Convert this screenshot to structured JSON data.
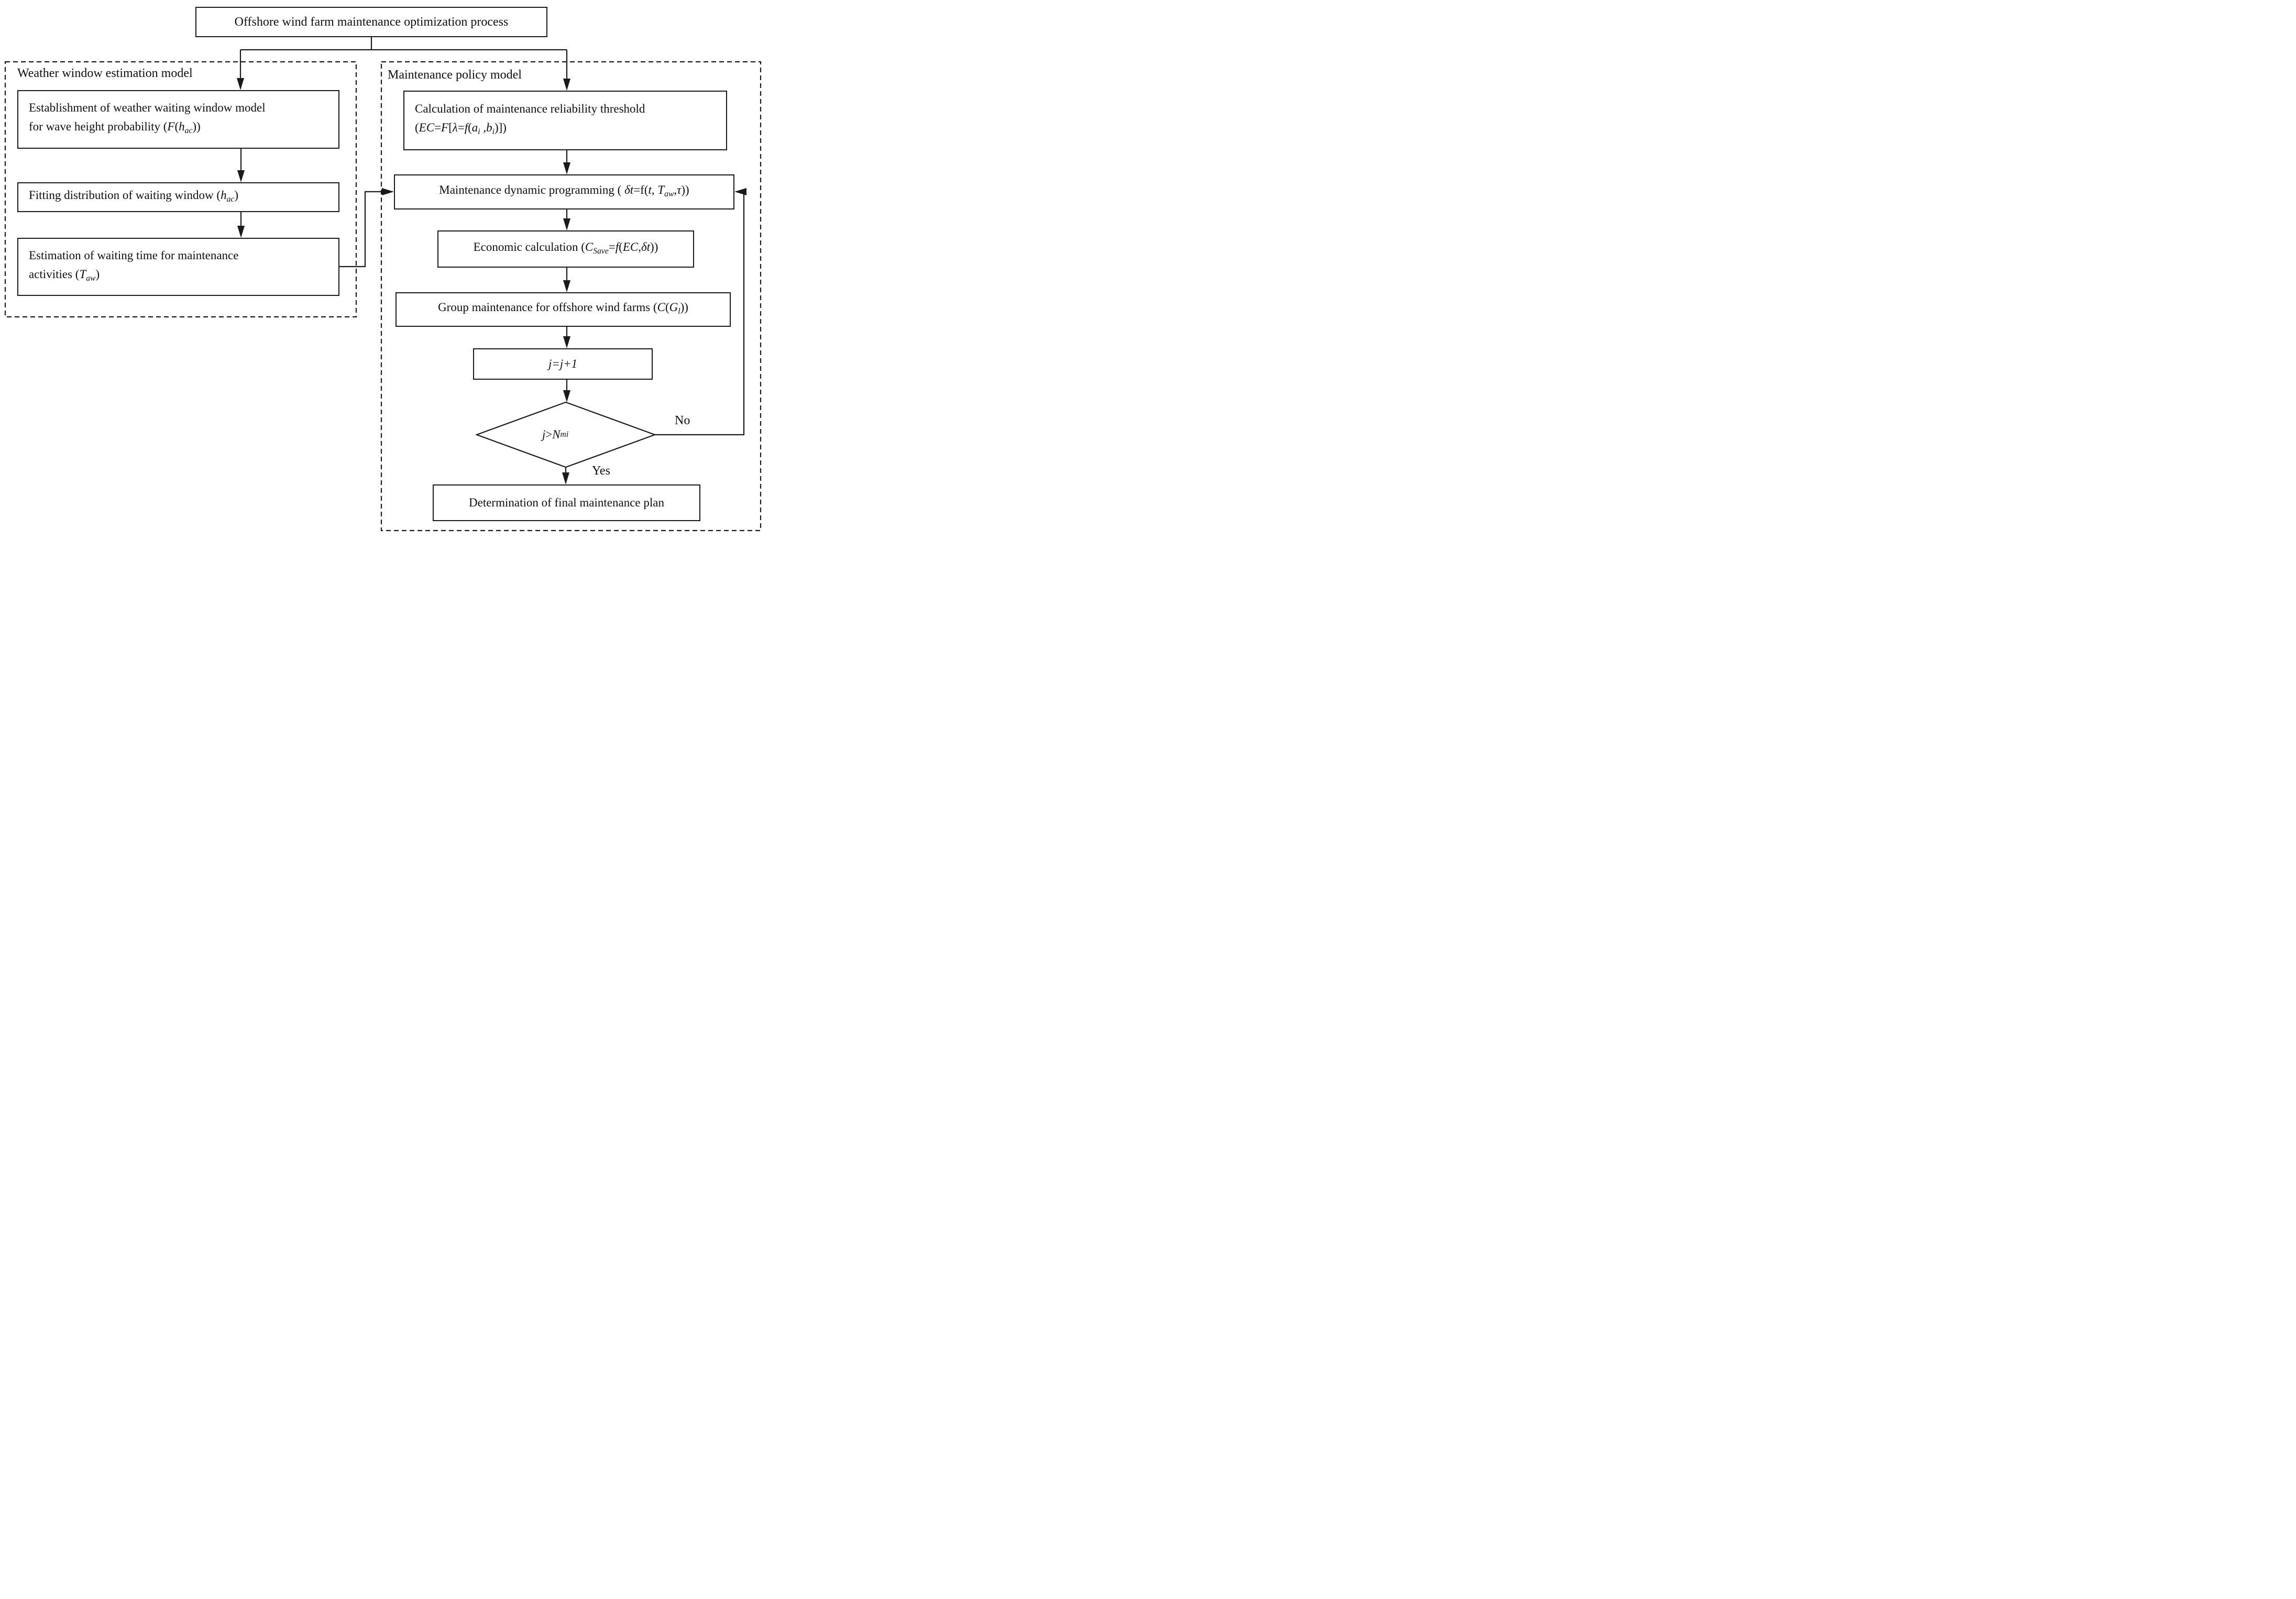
{
  "figure": {
    "type": "flowchart",
    "description": "Offshore wind farm maintenance optimization process flowchart with weather window estimation model and maintenance policy model panels"
  },
  "colors": {
    "line": "#1a1a1a",
    "text": "#0f0f0f",
    "background": "#ffffff"
  },
  "nodes": {
    "title": {
      "text": "Offshore wind farm maintenance optimization process"
    },
    "establish": {
      "segments": [
        {
          "t": "Establishment of weather waiting window model"
        },
        {
          "br": true
        },
        {
          "t": "for wave height probability ("
        },
        {
          "t": "F",
          "i": true
        },
        {
          "t": "("
        },
        {
          "t": "h",
          "i": true
        },
        {
          "t": "ac",
          "i": true,
          "sub": true
        },
        {
          "t": "))"
        }
      ]
    },
    "fitting": {
      "segments": [
        {
          "t": "Fitting distribution of waiting window ("
        },
        {
          "t": "h",
          "i": true
        },
        {
          "t": "ac",
          "i": true,
          "sub": true
        },
        {
          "t": ")"
        }
      ]
    },
    "estimation": {
      "segments": [
        {
          "t": "Estimation of waiting time for maintenance"
        },
        {
          "br": true
        },
        {
          "t": "activities ("
        },
        {
          "t": "T",
          "i": true
        },
        {
          "t": "aw",
          "i": true,
          "sub": true
        },
        {
          "t": ")"
        }
      ]
    },
    "threshold": {
      "segments": [
        {
          "t": "Calculation of maintenance reliability threshold"
        },
        {
          "br": true
        },
        {
          "t": "("
        },
        {
          "t": "EC",
          "i": true
        },
        {
          "t": "="
        },
        {
          "t": "F",
          "i": true
        },
        {
          "t": "["
        },
        {
          "t": "λ",
          "i": true
        },
        {
          "t": "="
        },
        {
          "t": "f",
          "i": true
        },
        {
          "t": "("
        },
        {
          "t": "a",
          "i": true
        },
        {
          "t": "i",
          "i": true,
          "sub": true
        },
        {
          "t": " ,"
        },
        {
          "t": "b",
          "i": true
        },
        {
          "t": "i",
          "i": true,
          "sub": true
        },
        {
          "t": ")])"
        }
      ]
    },
    "dynamic": {
      "segments": [
        {
          "t": "Maintenance dynamic programming ( "
        },
        {
          "t": "δt",
          "i": true
        },
        {
          "t": "=f("
        },
        {
          "t": "t",
          "i": true
        },
        {
          "t": ", "
        },
        {
          "t": "T",
          "i": true
        },
        {
          "t": "aw",
          "i": true,
          "sub": true
        },
        {
          "t": ","
        },
        {
          "t": "τ",
          "i": true
        },
        {
          "t": "))"
        }
      ]
    },
    "economic": {
      "segments": [
        {
          "t": "Economic calculation ("
        },
        {
          "t": "C",
          "i": true
        },
        {
          "t": "Save",
          "i": true,
          "sub": true
        },
        {
          "t": "="
        },
        {
          "t": "f",
          "i": true
        },
        {
          "t": "("
        },
        {
          "t": "EC",
          "i": true
        },
        {
          "t": ","
        },
        {
          "t": "δt",
          "i": true
        },
        {
          "t": "))"
        }
      ]
    },
    "group": {
      "segments": [
        {
          "t": "Group maintenance for offshore wind farms ("
        },
        {
          "t": "C",
          "i": true
        },
        {
          "t": "("
        },
        {
          "t": "G",
          "i": true
        },
        {
          "t": "l",
          "i": true,
          "sub": true
        },
        {
          "t": "))"
        }
      ]
    },
    "increment": {
      "segments": [
        {
          "t": "j=j+1",
          "i": true
        }
      ]
    },
    "decision": {
      "segments": [
        {
          "t": "j",
          "i": true
        },
        {
          "t": ">"
        },
        {
          "t": "N",
          "i": true
        },
        {
          "t": "mi",
          "i": true,
          "sub": true
        }
      ]
    },
    "final": {
      "segments": [
        {
          "t": "Determination of final maintenance plan"
        }
      ]
    }
  },
  "panels": {
    "left_label": "Weather window estimation model",
    "right_label": "Maintenance policy model"
  },
  "edges": {
    "no_label": "No",
    "yes_label": "Yes"
  }
}
